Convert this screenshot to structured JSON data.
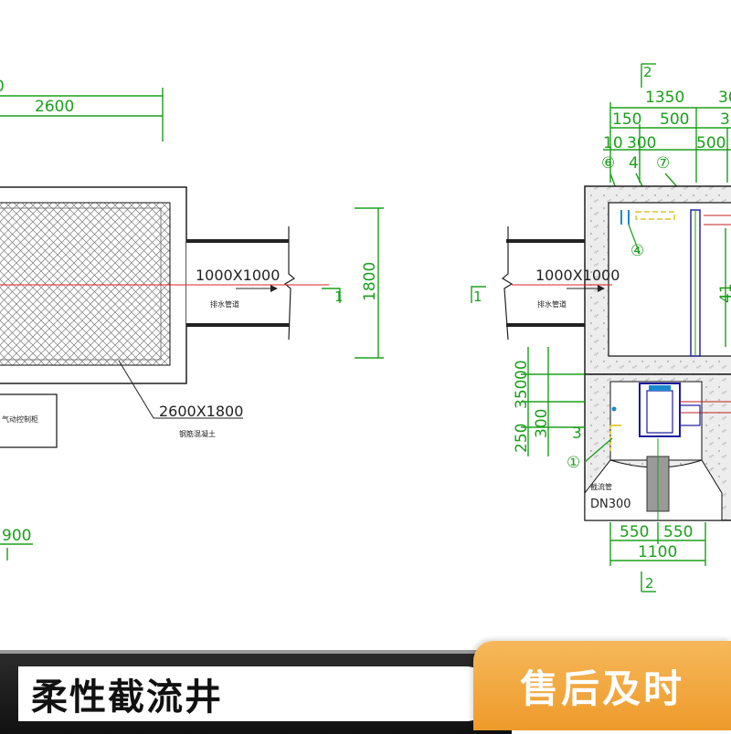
{
  "drawing": {
    "left_plan": {
      "dim_top_partial": "0",
      "dim_width": "2600",
      "pipe_label": "1000X1000",
      "pipe_caption": "排水管道",
      "basin_label": "2600X1800",
      "basin_caption": "钢筋混凝土",
      "box_caption": "气动控制柜",
      "dim_height": "1800",
      "section_mark": "1",
      "dim_bottom_partial": "900"
    },
    "right_section": {
      "section_mark_top": "2",
      "dim_1350": "1350",
      "dim_30": "30",
      "dim_150": "150",
      "dim_500_a": "500",
      "dim_3": "3",
      "dim_10": "10",
      "dim_300_top": "300",
      "dim_500_b": "500",
      "callout_6": "⑥",
      "callout_4": "4",
      "callout_7": "⑦",
      "callout_4_circle": "④",
      "pipe_label": "1000X1000",
      "pipe_caption": "排水管道",
      "section_mark_left": "1",
      "dim_350": "350",
      "dim_00": "00",
      "dim_300_side": "300",
      "dim_250": "250",
      "callout_3": "3",
      "callout_1_circle": "①",
      "outlet_caption": "截流管",
      "outlet_label": "DN300",
      "dim_550_a": "550",
      "dim_550_b": "550",
      "dim_1100": "1100",
      "section_mark_bottom": "2",
      "dim_right_edge": "41"
    }
  },
  "banner": {
    "title": "柔性截流井",
    "slogan": "售后及时"
  },
  "colors": {
    "dimension_line": "#1aa01a",
    "centerline": "#e02020",
    "pipe": "#1a1aa0",
    "accent": "#f0a030"
  }
}
